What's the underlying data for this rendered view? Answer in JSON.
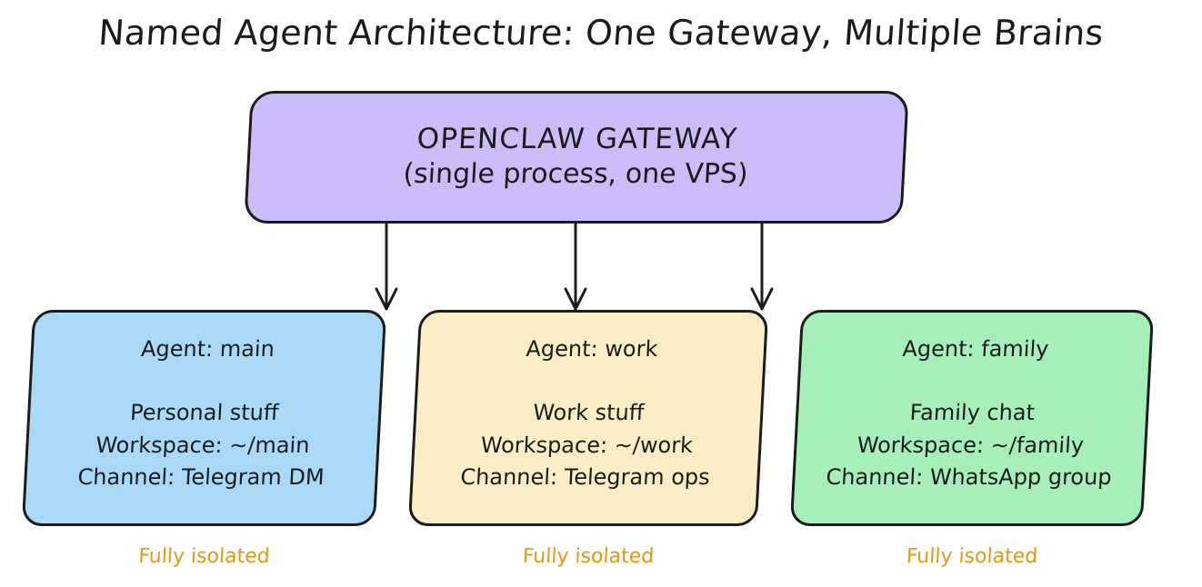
{
  "title": "Named Agent Architecture: One Gateway, Multiple Brains",
  "gateway": {
    "name": "OPENCLAW GATEWAY",
    "subtitle": "(single process, one VPS)"
  },
  "agents": [
    {
      "title": "Agent: main",
      "purpose": "Personal stuff",
      "workspace": "Workspace: ~/main",
      "channel": "Channel: Telegram DM",
      "isolation": "Fully isolated",
      "color": "#a9d9f7"
    },
    {
      "title": "Agent: work",
      "purpose": "Work stuff",
      "workspace": "Workspace: ~/work",
      "channel": "Channel: Telegram ops",
      "isolation": "Fully isolated",
      "color": "#fbeec6"
    },
    {
      "title": "Agent: family",
      "purpose": "Family chat",
      "workspace": "Workspace: ~/family",
      "channel": "Channel: WhatsApp group",
      "isolation": "Fully isolated",
      "color": "#a7efba"
    }
  ],
  "colors": {
    "gateway_fill": "#c9bcf8",
    "stroke": "#1c1c1c",
    "isolation_text": "#f0940d",
    "background": "#ffffff"
  },
  "connections": [
    {
      "from": "gateway",
      "to": "Agent: main"
    },
    {
      "from": "gateway",
      "to": "Agent: work"
    },
    {
      "from": "gateway",
      "to": "Agent: family"
    }
  ]
}
